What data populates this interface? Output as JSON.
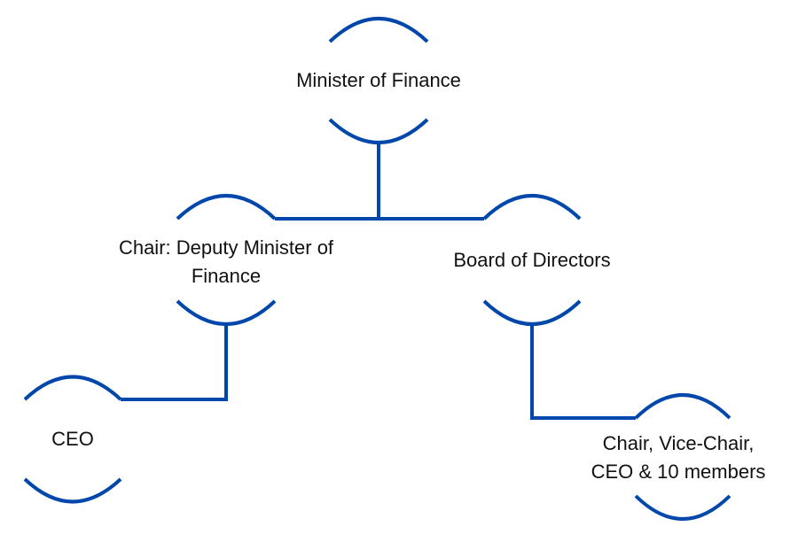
{
  "diagram": {
    "line_color": "#0047AB",
    "nodes": {
      "minister": {
        "label": "Minister of Finance"
      },
      "chair_deputy": {
        "label": "Chair: Deputy Minister of\nFinance"
      },
      "board": {
        "label": "Board of Directors"
      },
      "ceo": {
        "label": "CEO"
      },
      "board_members": {
        "label": "Chair, Vice-Chair,\nCEO & 10 members"
      }
    }
  }
}
